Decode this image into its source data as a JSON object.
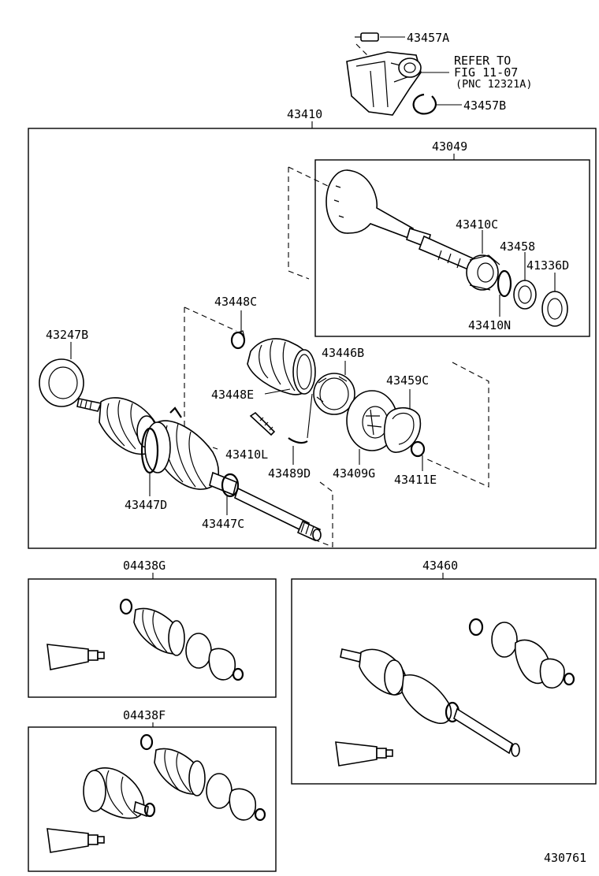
{
  "labels": {
    "bolt": "43457A",
    "refer_line1": "REFER TO",
    "refer_line2": "FIG 11-07",
    "refer_line3": "(PNC 12321A)",
    "snap_ring_top": "43457B",
    "shaft_assy": "43410",
    "outboard_joint": "43049",
    "bearing": "43410C",
    "ring_43458": "43458",
    "seal_41336d": "41336D",
    "ring_43410n": "43410N",
    "clamp_43448c": "43448C",
    "boot_43446b": "43446B",
    "seal_43247b": "43247B",
    "clamp_43448e": "43448E",
    "ring_43459c": "43459C",
    "pin_43410l": "43410L",
    "clip_43489d": "43489D",
    "joint_43409g": "43409G",
    "snap_43411e": "43411E",
    "boot_43447d": "43447D",
    "clamp_43447c": "43447C",
    "kit_04438g": "04438G",
    "assy_43460": "43460",
    "kit_04438f": "04438F",
    "figure_no": "430761"
  }
}
